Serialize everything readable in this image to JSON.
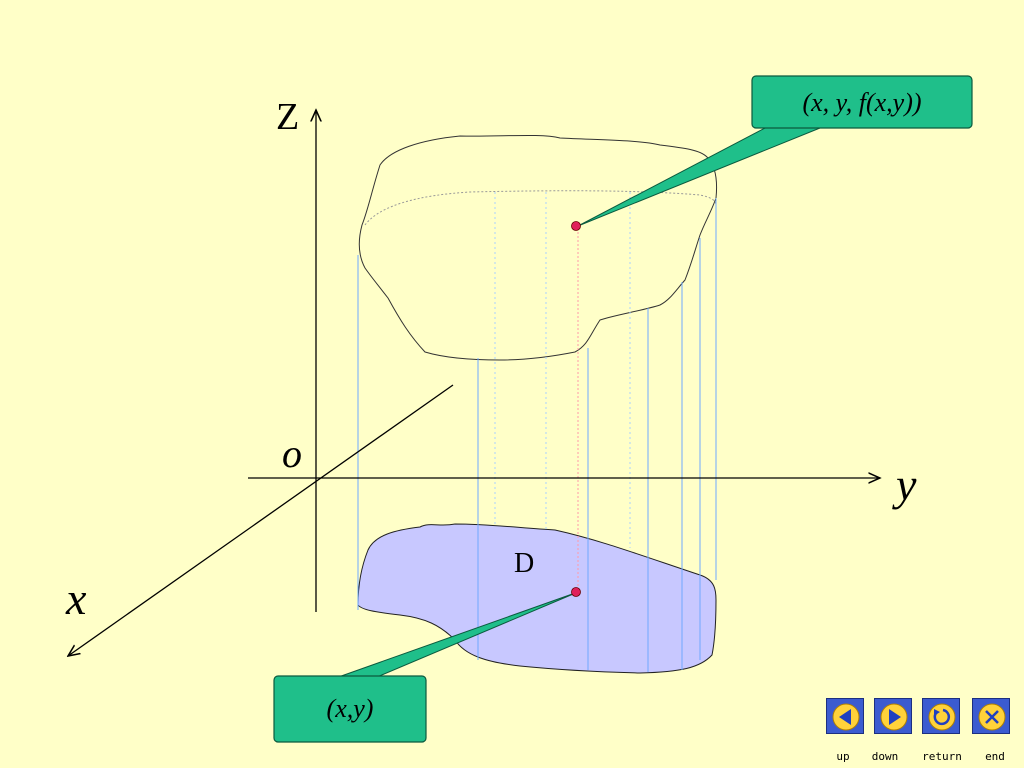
{
  "diagram": {
    "axis_z_label": "Z",
    "axis_y_label": "y",
    "axis_x_label": "x",
    "origin_label": "o",
    "region_label": "D",
    "callout_top": "(x, y, f(x,y))",
    "callout_bottom": "(x,y)"
  },
  "colors": {
    "background": "#ffffc8",
    "region_fill": "#c8c8ff",
    "callout_fill": "#1fbf8a",
    "projection_line": "#6fa8ff",
    "point": "#e0205a",
    "nav_button": "#3b5bd0"
  },
  "nav": {
    "up_label": "up",
    "down_label": "down",
    "return_label": "return",
    "end_label": "end",
    "up_icon": "arrow-left-icon",
    "down_icon": "arrow-right-icon",
    "return_icon": "return-icon",
    "end_icon": "close-icon"
  }
}
